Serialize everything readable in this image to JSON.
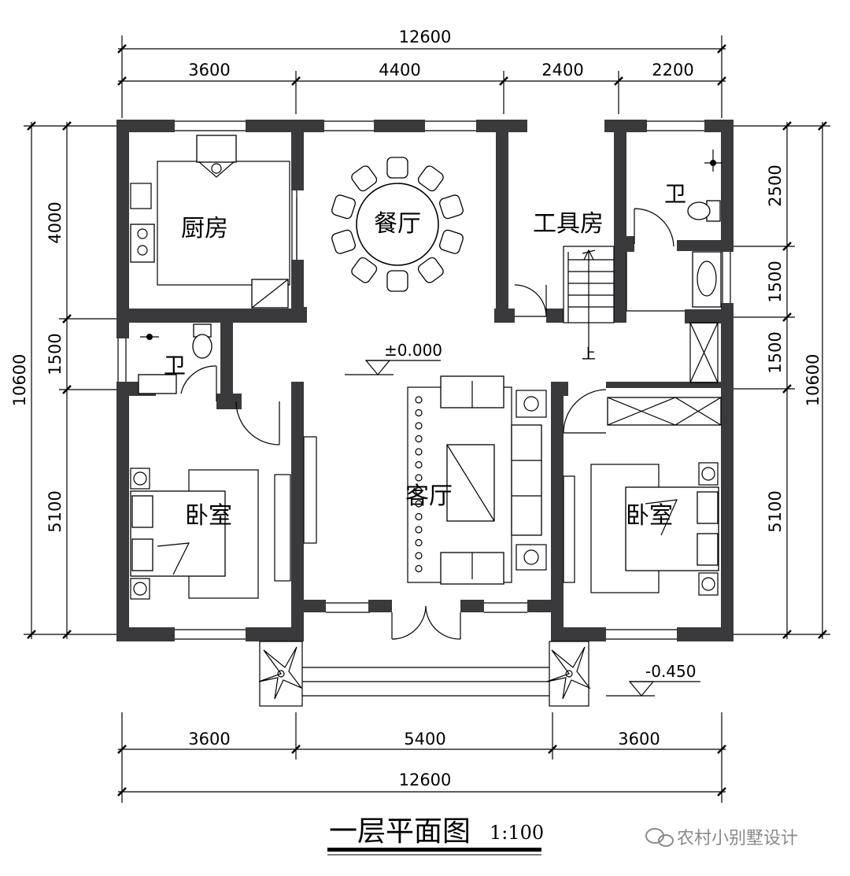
{
  "drawing": {
    "title": "一层平面图",
    "scale": "1:100",
    "watermark": "农村小别墅设计"
  },
  "dimensions": {
    "top_total": "12600",
    "top_segments": [
      "3600",
      "4400",
      "2400",
      "2200"
    ],
    "bottom_segments": [
      "3600",
      "5400",
      "3600"
    ],
    "bottom_total": "12600",
    "left_total": "10600",
    "left_segments": [
      "4000",
      "1500",
      "5100"
    ],
    "right_total": "10600",
    "right_segments": [
      "2500",
      "1500",
      "1500",
      "5100"
    ]
  },
  "rooms": {
    "kitchen": "厨房",
    "dining": "餐厅",
    "tool_room": "工具房",
    "bath_upper": "卫",
    "bath_lower": "卫",
    "living": "客厅",
    "bedroom_left": "卧室",
    "bedroom_right": "卧室"
  },
  "levels": {
    "floor": "±0.000",
    "outside": "-0.450"
  },
  "stair_label": "上",
  "colors": {
    "wall": "#3a3a3c",
    "line": "#000000",
    "watermark": "#8a8a8a"
  }
}
